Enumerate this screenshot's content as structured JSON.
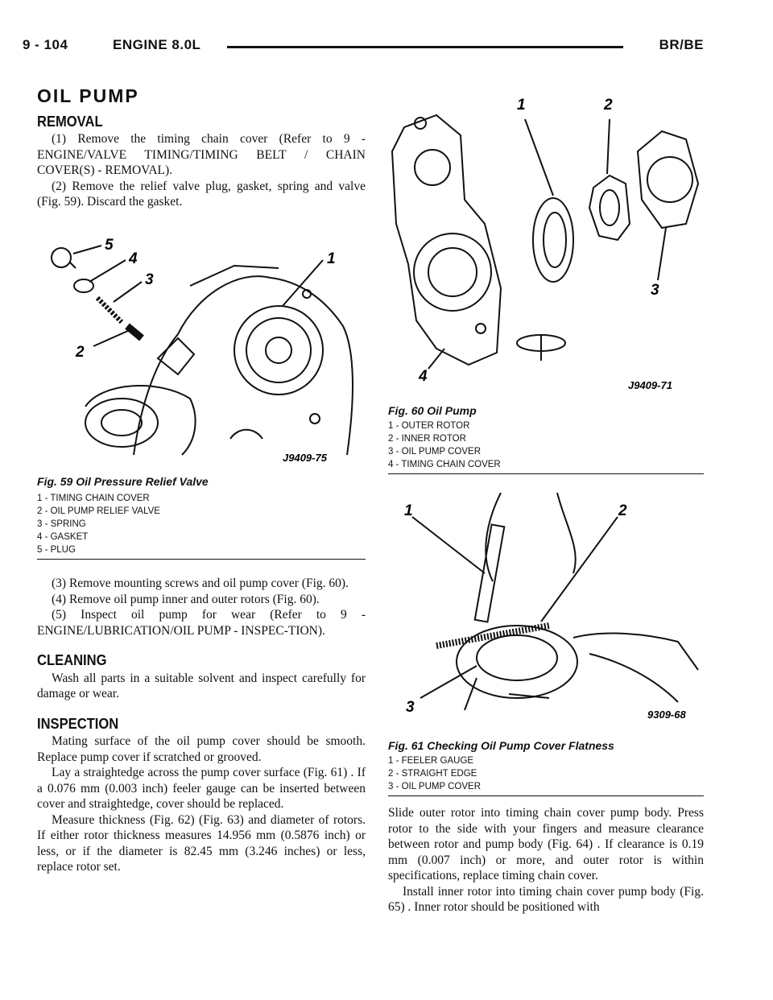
{
  "header": {
    "page": "9 - 104",
    "title": "ENGINE 8.0L",
    "code": "BR/BE"
  },
  "section_title": "OIL PUMP",
  "removal": {
    "heading": "REMOVAL",
    "p1": "(1) Remove the timing chain cover (Refer to 9 - ENGINE/VALVE TIMING/TIMING BELT / CHAIN COVER(S) - REMOVAL).",
    "p2": "(2) Remove the relief valve plug, gasket, spring and valve (Fig. 59). Discard the gasket.",
    "p3": "(3) Remove mounting screws and oil pump cover (Fig. 60).",
    "p4": "(4) Remove oil pump inner and outer rotors (Fig. 60).",
    "p5": "(5) Inspect oil pump for wear (Refer to 9 - ENGINE/LUBRICATION/OIL PUMP - INSPEC-TION)."
  },
  "cleaning": {
    "heading": "CLEANING",
    "p1": "Wash all parts in a suitable solvent and inspect carefully for damage or wear."
  },
  "inspection": {
    "heading": "INSPECTION",
    "p1": "Mating surface of the oil pump cover should be smooth. Replace pump cover if scratched or grooved.",
    "p2": "Lay a straightedge across the pump cover surface (Fig. 61) . If a 0.076 mm (0.003 inch) feeler gauge can be inserted between cover and straightedge, cover should be replaced.",
    "p3": "Measure thickness (Fig. 62) (Fig. 63) and diameter of rotors. If either rotor thickness measures 14.956 mm (0.5876 inch) or less, or if the diameter is 82.45 mm (3.246 inches) or less, replace rotor set."
  },
  "right_text": {
    "p1": "Slide outer rotor into timing chain cover pump body. Press rotor to the side with your fingers and measure clearance between rotor and pump body (Fig. 64) . If clearance is 0.19 mm (0.007 inch) or more, and outer rotor is within specifications, replace timing chain cover.",
    "p2": "Install inner rotor into timing chain cover pump body (Fig. 65) . Inner rotor should be positioned with"
  },
  "fig59": {
    "caption": "Fig. 59 Oil Pressure Relief Valve",
    "code": "J9409-75",
    "callouts": [
      "5",
      "4",
      "3",
      "1",
      "2"
    ],
    "legend": [
      "1 - TIMING CHAIN COVER",
      "2 - OIL PUMP RELIEF VALVE",
      "3 - SPRING",
      "4 - GASKET",
      "5 - PLUG"
    ]
  },
  "fig60": {
    "caption": "Fig. 60 Oil Pump",
    "code": "J9409-71",
    "callouts": [
      "1",
      "2",
      "3",
      "4"
    ],
    "legend": [
      "1 - OUTER ROTOR",
      "2 - INNER ROTOR",
      "3 - OIL PUMP COVER",
      "4 - TIMING CHAIN COVER"
    ]
  },
  "fig61": {
    "caption": "Fig. 61 Checking Oil Pump Cover Flatness",
    "code": "9309-68",
    "callouts": [
      "1",
      "2",
      "3"
    ],
    "legend": [
      "1 - FEELER GAUGE",
      "2 - STRAIGHT EDGE",
      "3 - OIL PUMP COVER"
    ]
  }
}
